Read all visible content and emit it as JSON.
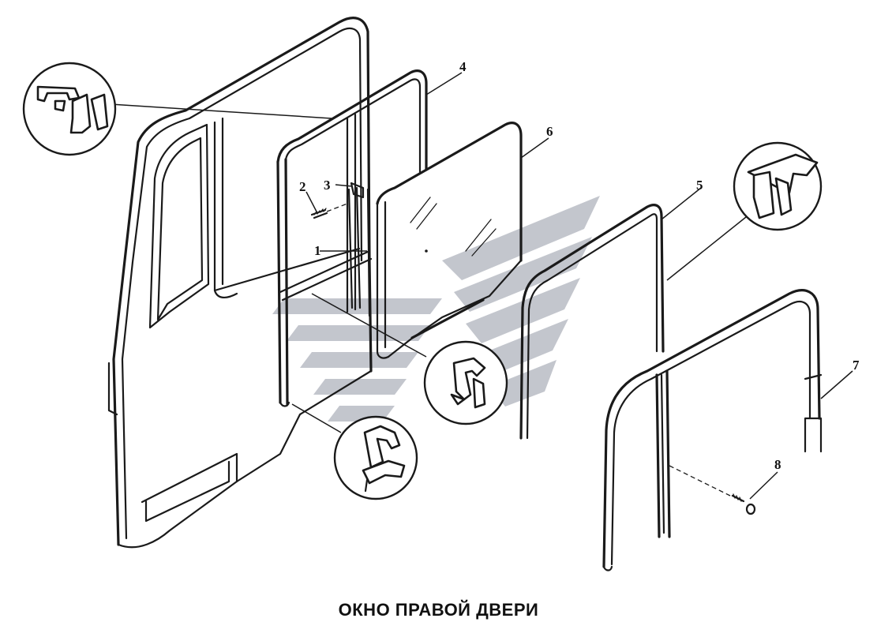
{
  "diagram": {
    "caption": "ОКНО ПРАВОЙ ДВЕРИ",
    "callouts": [
      {
        "id": "1",
        "label": "1"
      },
      {
        "id": "2",
        "label": "2"
      },
      {
        "id": "3",
        "label": "3"
      },
      {
        "id": "4",
        "label": "4"
      },
      {
        "id": "5",
        "label": "5"
      },
      {
        "id": "6",
        "label": "6"
      },
      {
        "id": "7",
        "label": "7"
      },
      {
        "id": "8",
        "label": "8"
      }
    ],
    "colors": {
      "line": "#1a1a1a",
      "background": "#ffffff",
      "watermark": "#b9bcc4"
    }
  }
}
